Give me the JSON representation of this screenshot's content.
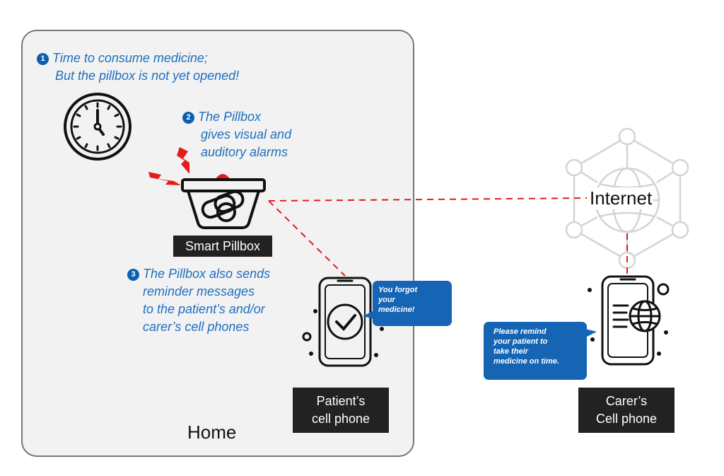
{
  "home": {
    "label": "Home"
  },
  "steps": [
    {
      "number": "1",
      "lines": [
        "Time to consume medicine;",
        "But the pillbox is not yet opened!"
      ]
    },
    {
      "number": "2",
      "lines": [
        "The Pillbox",
        "gives visual and",
        "auditory alarms"
      ]
    },
    {
      "number": "3",
      "lines": [
        "The Pillbox also sends",
        "reminder messages",
        "to the patient’s and/or",
        "carer’s cell phones"
      ]
    }
  ],
  "pillbox": {
    "label": "Smart Pillbox"
  },
  "internet": {
    "label": "Internet"
  },
  "patient_phone": {
    "label_lines": [
      "Patient’s",
      "cell phone"
    ],
    "message_lines": [
      "You forgot",
      "your",
      "medicine!"
    ]
  },
  "carer_phone": {
    "label_lines": [
      "Carer’s",
      "Cell phone"
    ],
    "message_lines": [
      "Please remind",
      "your patient to",
      "take their",
      "medicine on time."
    ]
  },
  "colors": {
    "accent_text": "#1f6fbf",
    "badge": "#0b5fb0",
    "bubble": "#1565b4",
    "alarm": "#e31b1b",
    "label_bg": "#222222",
    "connector": "#e31b1b"
  },
  "icons": [
    "clock-icon",
    "pillbox-icon",
    "alarm-icon",
    "globe-network-icon",
    "smartphone-check-icon",
    "smartphone-globe-icon"
  ]
}
